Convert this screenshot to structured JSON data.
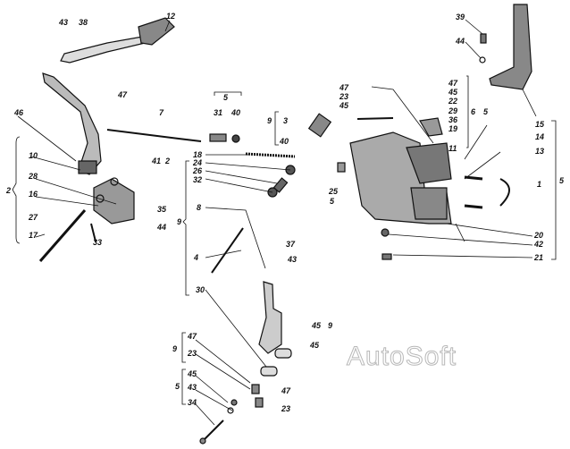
{
  "watermark": "AutoSoft",
  "labels": [
    "43",
    "38",
    "12",
    "47",
    "46",
    "7",
    "5",
    "31",
    "40",
    "10",
    "41",
    "2",
    "28",
    "16",
    "27",
    "35",
    "44",
    "33",
    "17",
    "2",
    "18",
    "24",
    "26",
    "32",
    "9",
    "8",
    "4",
    "37",
    "43",
    "30",
    "45",
    "9",
    "45",
    "47",
    "9",
    "23",
    "5",
    "45",
    "43",
    "34",
    "47",
    "23",
    "47",
    "23",
    "45",
    "9",
    "3",
    "40",
    "25",
    "5",
    "47",
    "45",
    "22",
    "29",
    "36",
    "19",
    "6",
    "5",
    "11",
    "14",
    "13",
    "1",
    "20",
    "42",
    "21",
    "5",
    "39",
    "44",
    "15"
  ]
}
